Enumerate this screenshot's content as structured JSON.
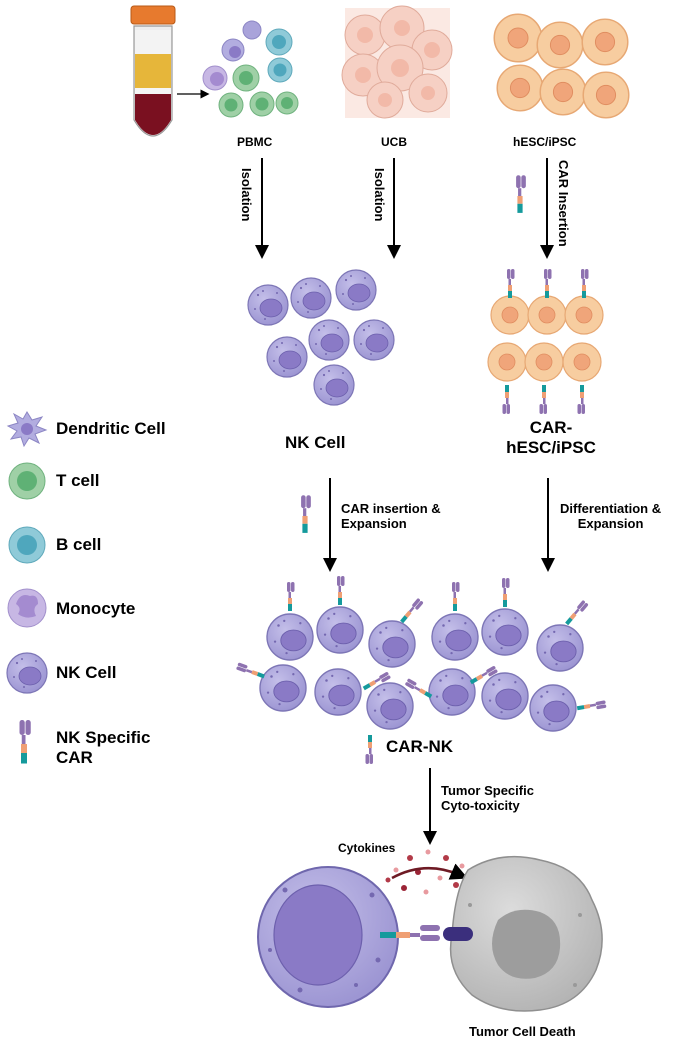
{
  "sources": {
    "pbmc": "PBMC",
    "ucb": "UCB",
    "hesc": "hESC/iPSC"
  },
  "steps": {
    "isolation_left": "Isolation",
    "isolation_mid": "Isolation",
    "car_insertion_vertical": "CAR Insertion",
    "car_insertion_expansion": [
      "CAR insertion &",
      "Expansion"
    ],
    "differentiation_expansion": [
      "Differentiation &",
      "Expansion"
    ],
    "tumor_specific": [
      "Tumor Specific",
      "Cyto-toxicity"
    ]
  },
  "nodes": {
    "nk_cell": "NK Cell",
    "car_hesc": [
      "CAR-",
      "hESC/iPSC"
    ],
    "car_nk": "CAR-NK",
    "cytokines": "Cytokines",
    "tumor_death": "Tumor Cell Death"
  },
  "legend": {
    "dendritic": "Dendritic Cell",
    "t_cell": "T cell",
    "b_cell": "B cell",
    "monocyte": "Monocyte",
    "nk_cell": "NK Cell",
    "car": [
      "NK Specific",
      "CAR"
    ]
  },
  "colors": {
    "nk_fill": "#a9a3da",
    "nk_nucleus": "#8b7cc9",
    "t_fill": "#9fd0a6",
    "t_nucleus": "#5fb175",
    "b_fill": "#8fcad8",
    "b_nucleus": "#4fa7bd",
    "stem_fill": "#f6c99b",
    "stem_nucleus": "#f0a070",
    "ucb_fill": "#f6d0c4",
    "tumor_fill": "#c9c9c9",
    "car_purple": "#8e72b0",
    "car_orange": "#ef9f74",
    "car_teal": "#159a9c",
    "blood": "#7a1020"
  }
}
